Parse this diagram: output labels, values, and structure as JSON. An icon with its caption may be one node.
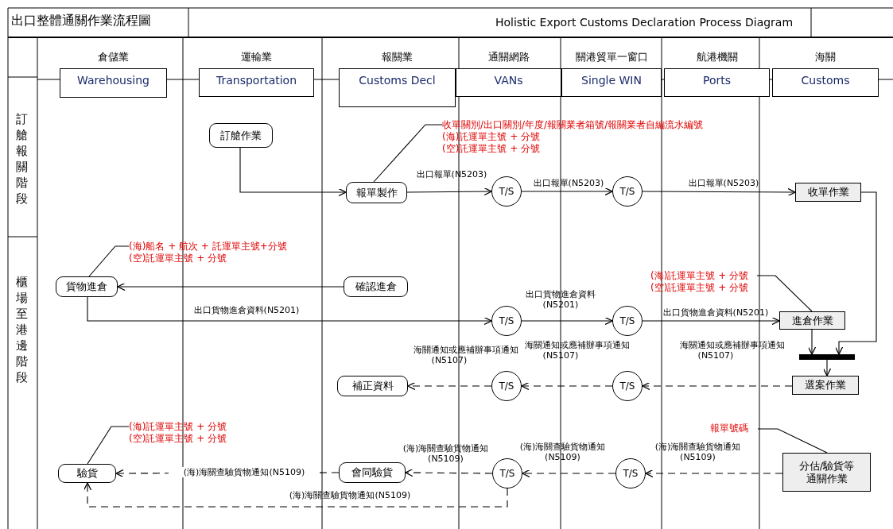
{
  "diagram": {
    "title": "出口整體通關作業流程圖",
    "nodes": [
      {
        "text": [
          "倉儲業",
          "Warehousing"
        ]
      },
      {
        "text": [
          "運輸業",
          "Transportation"
        ]
      },
      {
        "text": [
          "報關業",
          "Customs Decl"
        ]
      },
      {
        "text": [
          "通關網路",
          "VANs"
        ]
      },
      {
        "text": [
          "關港貿單一窗口",
          "Single WIN"
        ]
      },
      {
        "text": [
          "航港機關",
          "Ports"
        ]
      },
      {
        "text": [
          "海關",
          "Customs"
        ]
      },
      {
        "text": [
          "訂艙作業"
        ]
      },
      {
        "text": [
          "收單關別/出口關別/年度/報關業者箱號/報關業者自編流水編號",
          "(海)託運單主號 + 分號",
          "(空)託運單主號 + 分號"
        ]
      },
      {
        "text": [
          "報單製作"
        ]
      },
      {
        "text": [
          "T/S"
        ]
      },
      {
        "text": [
          "T/S"
        ]
      },
      {
        "text": [
          "收單作業"
        ]
      },
      {
        "text": [
          "(海)船名 + 航次 + 託運單主號+分號",
          "(空)託運單主號 + 分號"
        ]
      },
      {
        "text": [
          "貨物進倉"
        ]
      },
      {
        "text": [
          "確認進倉"
        ]
      },
      {
        "text": [
          "(海)託運單主號 + 分號",
          "(空)託運單主號 + 分號"
        ]
      },
      {
        "text": [
          "T/S"
        ]
      },
      {
        "text": [
          "T/S"
        ]
      },
      {
        "text": [
          "進倉作業"
        ]
      },
      {
        "text": [],
        "shape": "bar"
      },
      {
        "text": [
          "補正資料"
        ]
      },
      {
        "text": [
          "T/S"
        ]
      },
      {
        "text": [
          "T/S"
        ]
      },
      {
        "text": [
          "選案作業"
        ]
      },
      {
        "text": [
          "(海)託運單主號 + 分號",
          "(空)託運單主號 + 分號"
        ]
      },
      {
        "text": [
          "報單號碼"
        ]
      },
      {
        "text": [
          "驗貨"
        ]
      },
      {
        "text": [
          "會同驗貨"
        ]
      },
      {
        "text": [
          "T/S"
        ]
      },
      {
        "text": [
          "T/S"
        ]
      },
      {
        "text": [
          "分估/驗貨等通關作業"
        ]
      }
    ],
    "edges": [
      {
        "from": 7,
        "to": 9,
        "arrow": "to"
      },
      {
        "from": 9,
        "to": 10,
        "arrow": "to",
        "label": "出口報單(N5203)"
      },
      {
        "from": 10,
        "to": 11,
        "arrow": "to",
        "label": "出口報單(N5203)"
      },
      {
        "from": 11,
        "to": 12,
        "arrow": "to",
        "label": "出口報單(N5203)"
      },
      {
        "from": 12,
        "to": 20,
        "arrow": "to"
      },
      {
        "from": 15,
        "to": 14,
        "arrow": "to"
      },
      {
        "from": 14,
        "to": 17,
        "arrow": "to",
        "label": "出口貨物進倉資料(N5201)"
      },
      {
        "from": 17,
        "to": 18,
        "arrow": "to",
        "label": "出口貨物進倉資料 (N5201)"
      },
      {
        "from": 18,
        "to": 19,
        "arrow": "to",
        "label": "出口貨物進倉資料(N5201)"
      },
      {
        "from": 19,
        "to": 20,
        "arrow": "to"
      },
      {
        "from": 20,
        "to": 24,
        "arrow": "to"
      },
      {
        "from": 24,
        "to": 23,
        "arrow": "to",
        "style": "dashed",
        "label": "海關通知或應補辦事項通知(N5107)"
      },
      {
        "from": 23,
        "to": 22,
        "arrow": "to",
        "style": "dashed",
        "label": "海關通知或應補辦事項通知(N5107)"
      },
      {
        "from": 22,
        "to": 21,
        "arrow": "to",
        "style": "dashed",
        "label": "海關通知或應補辦事項通知(N5107)"
      },
      {
        "from": 31,
        "to": 30,
        "arrow": "to",
        "style": "dashed",
        "label": "(海)海關查驗貨物通知 (N5109)"
      },
      {
        "from": 30,
        "to": 29,
        "arrow": "to",
        "style": "dashed",
        "label": "(海)海關查驗貨物通知 (N5109)"
      },
      {
        "from": 29,
        "to": 28,
        "arrow": "to",
        "style": "dashed",
        "label": "(海)海關查驗貨物通知 (N5109)"
      },
      {
        "from": 28,
        "to": 27,
        "arrow": "to",
        "style": "dashed",
        "label": "(海)海關查驗貨物通知(N5109)"
      },
      {
        "from": 29,
        "to": 27,
        "arrow": "to",
        "style": "dashed",
        "label": "(海)海關查驗貨物通知(N5109)"
      },
      {
        "from": 8,
        "to": 9,
        "arrow": "none"
      },
      {
        "from": 13,
        "to": 14,
        "arrow": "none"
      },
      {
        "from": 16,
        "to": 19,
        "arrow": "none"
      },
      {
        "from": 25,
        "to": 27,
        "arrow": "none"
      },
      {
        "from": 26,
        "to": 31,
        "arrow": "none"
      }
    ],
    "labels": [
      "Holistic Export Customs Declaration Process Diagram",
      "訂艙報關階段",
      "櫃場至港邊階段"
    ]
  }
}
